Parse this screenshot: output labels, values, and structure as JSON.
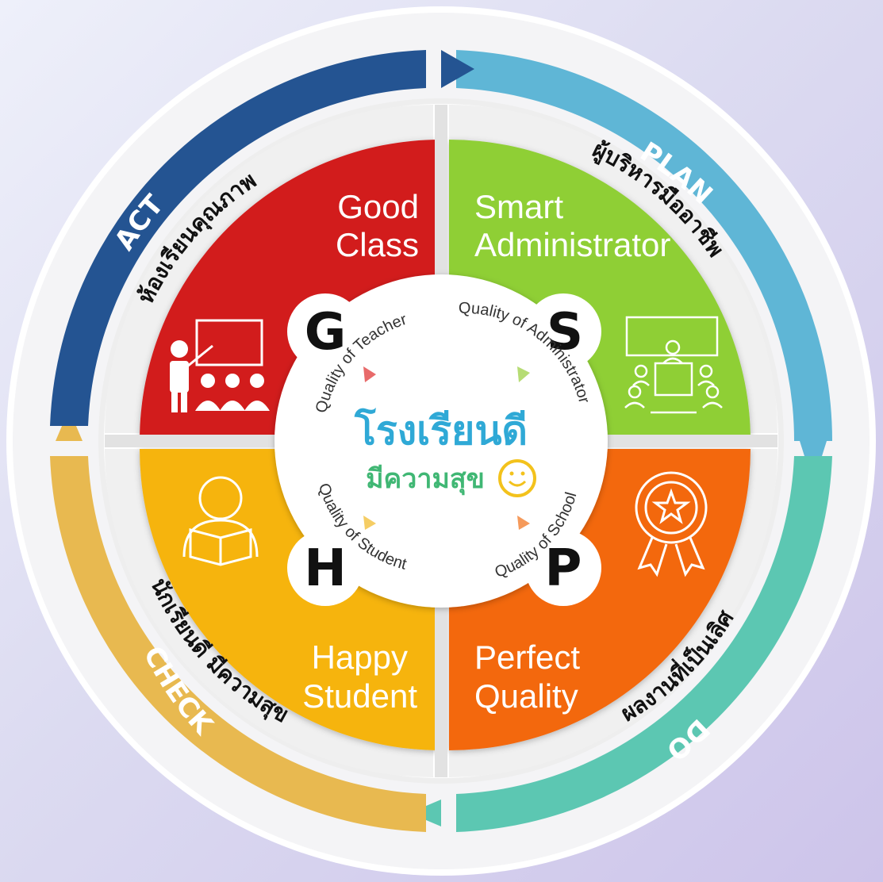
{
  "cycle": {
    "plan": "PLAN",
    "do": "DO",
    "check": "CHECK",
    "act": "ACT"
  },
  "colors": {
    "plan": "#5fb6d6",
    "do": "#5cc7b2",
    "check": "#e8b950",
    "act": "#245492",
    "good": "#d21a1a",
    "smart": "#8fcf36",
    "happy": "#f6b40d",
    "perfect": "#f3670f",
    "center_title": "#2fa9d6",
    "center_subtitle": "#40b774",
    "smiley": "#f3c21c"
  },
  "quadrants": {
    "good": {
      "title_line1": "Good",
      "title_line2": "Class",
      "letter": "G",
      "quality": "Quality of Teacher",
      "thai": "ห้องเรียนคุณภาพ",
      "icon": "teacher-classroom-icon"
    },
    "smart": {
      "title_line1": "Smart",
      "title_line2": "Administrator",
      "letter": "S",
      "quality": "Quality of Administrator",
      "thai": "ผู้บริหารมืออาชีพ",
      "icon": "meeting-table-icon"
    },
    "happy": {
      "title_line1": "Happy",
      "title_line2": "Student",
      "letter": "H",
      "quality": "Quality of Student",
      "thai": "นักเรียนดี มีความสุข",
      "icon": "student-reading-icon"
    },
    "perfect": {
      "title_line1": "Perfect",
      "title_line2": "Quality",
      "letter": "P",
      "quality": "Quality of School",
      "thai": "ผลงานที่เป็นเลิศ",
      "icon": "award-ribbon-icon"
    }
  },
  "center": {
    "title": "โรงเรียนดี",
    "subtitle": "มีความสุข",
    "icon": "smiley-icon"
  }
}
